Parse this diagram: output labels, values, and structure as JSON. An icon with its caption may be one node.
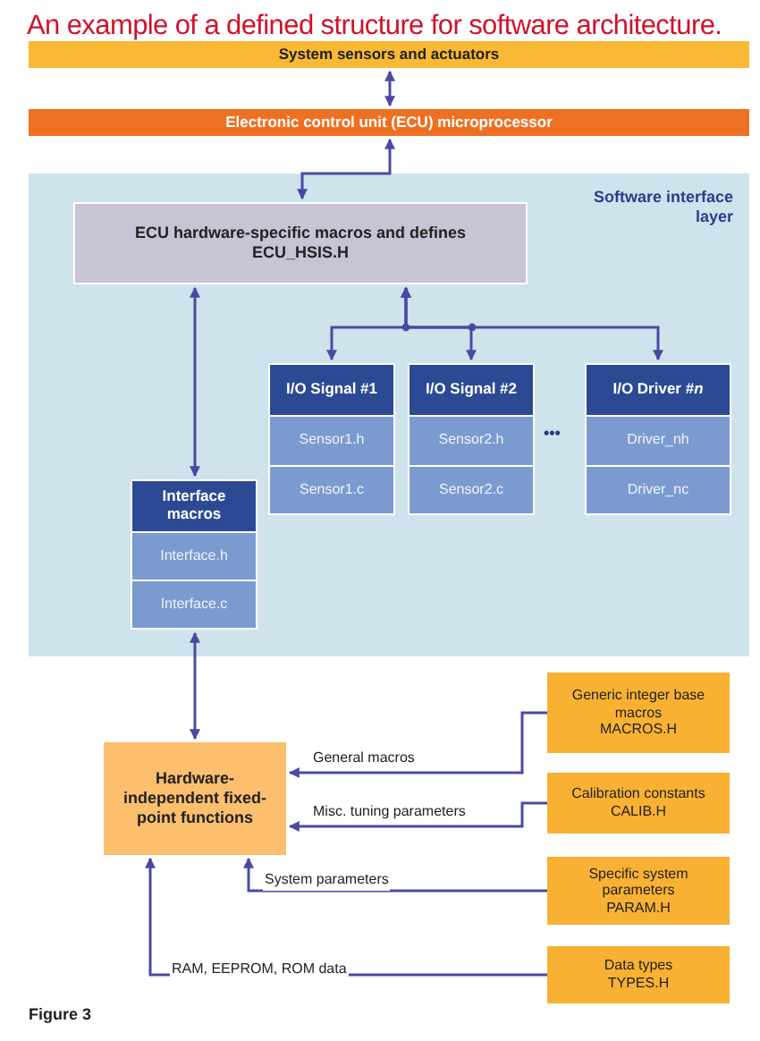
{
  "diagram": {
    "title": "An example of a defined structure for software architecture.",
    "caption": "Figure 3",
    "nodes": [
      {
        "text": [
          "System sensors and actuators"
        ]
      },
      {
        "text": [
          "Electronic control unit (ECU) microprocessor"
        ]
      },
      {
        "text": [
          "Software interface layer"
        ]
      },
      {
        "text": [
          "ECU hardware-specific macros and defines",
          "ECU_HSIS.H"
        ],
        "in": 2
      },
      {
        "text": [
          "I/O Signal #1",
          "Sensor1.h",
          "Sensor1.c"
        ],
        "in": 2
      },
      {
        "text": [
          "I/O Signal #2",
          "Sensor2.h",
          "Sensor2.c"
        ],
        "in": 2
      },
      {
        "text": [
          "I/O Driver #*n*",
          "Driver_nh",
          "Driver_nc"
        ],
        "in": 2
      },
      {
        "text": [
          "Interface macros",
          "Interface.h",
          "Interface.c"
        ],
        "in": 2
      },
      {
        "text": [
          "Hardware-independent fixed-point functions"
        ]
      },
      {
        "text": [
          "Generic integer base macros",
          "MACROS.H"
        ]
      },
      {
        "text": [
          "Calibration constants",
          "CALIB.H"
        ]
      },
      {
        "text": [
          "Specific system parameters",
          "PARAM.H"
        ]
      },
      {
        "text": [
          "Data types",
          "TYPES.H"
        ]
      }
    ],
    "edges": [
      {
        "from": 0,
        "to": 1,
        "arrow": "both"
      },
      {
        "from": 1,
        "to": 3,
        "arrow": "both"
      },
      {
        "from": 3,
        "to": 4,
        "arrow": "both"
      },
      {
        "from": 3,
        "to": 5,
        "arrow": "both"
      },
      {
        "from": 3,
        "to": 6,
        "arrow": "both"
      },
      {
        "from": 3,
        "to": 7,
        "arrow": "both"
      },
      {
        "from": 7,
        "to": 8,
        "arrow": "both"
      },
      {
        "from": 9,
        "to": 8,
        "arrow": "to",
        "label": "General macros"
      },
      {
        "from": 10,
        "to": 8,
        "arrow": "to",
        "label": "Misc. tuning parameters"
      },
      {
        "from": 11,
        "to": 8,
        "arrow": "to",
        "label": "System parameters"
      },
      {
        "from": 12,
        "to": 8,
        "arrow": "to",
        "label": "RAM, EEPROM, ROM data"
      }
    ],
    "labels": [
      "•••"
    ]
  }
}
